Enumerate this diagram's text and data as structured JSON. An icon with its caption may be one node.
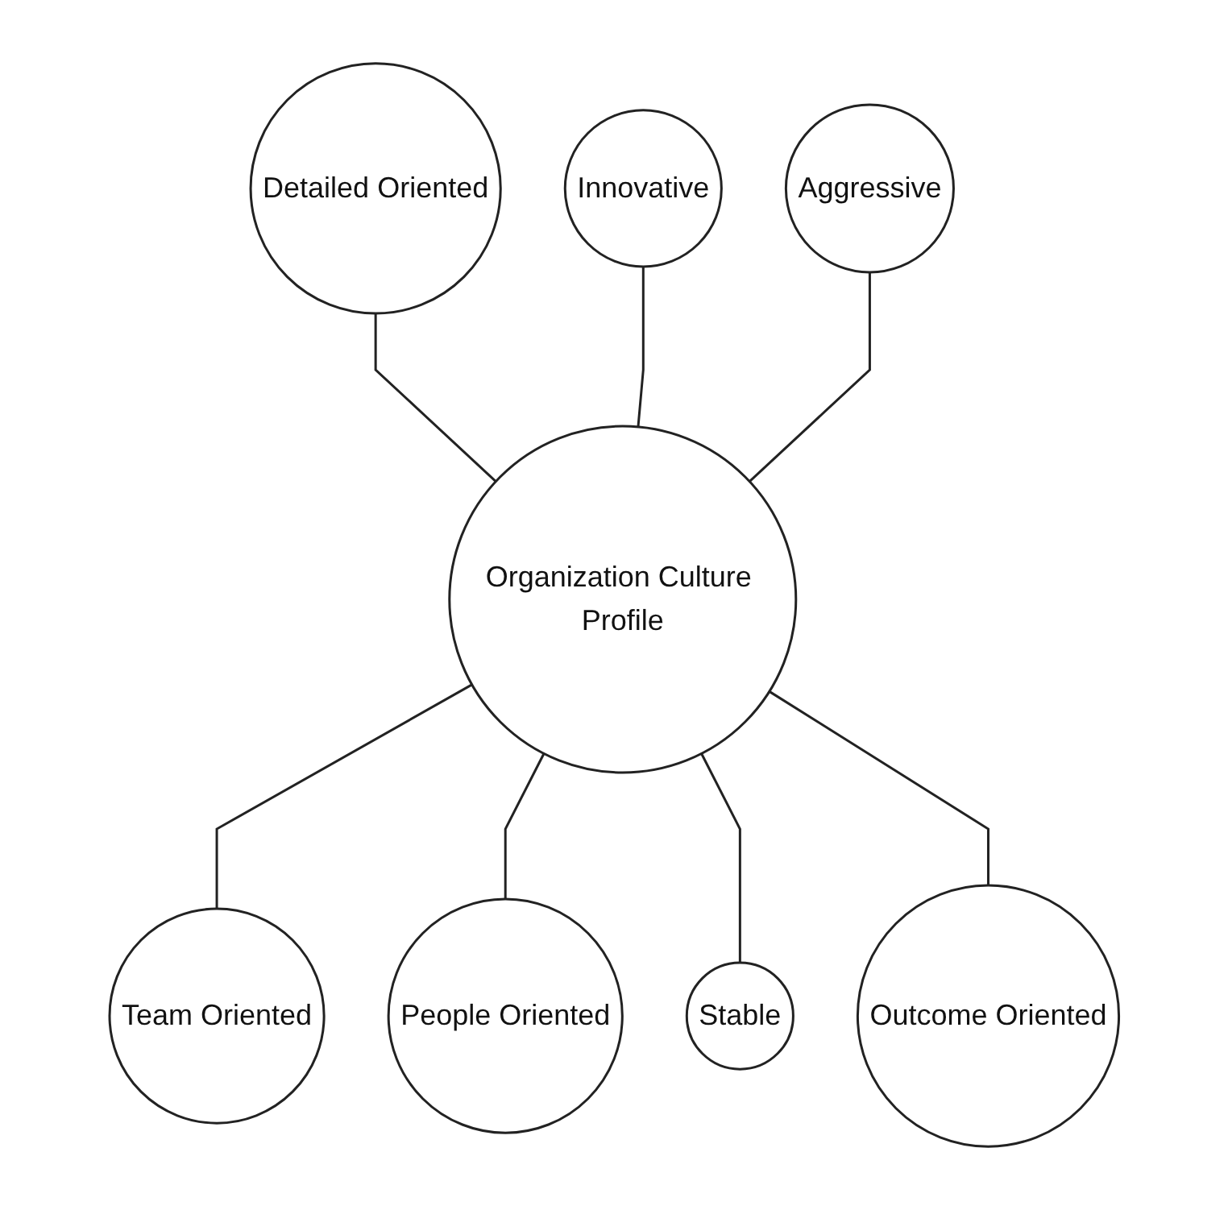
{
  "diagram": {
    "nodes": [
      {
        "text": [
          "Innovative"
        ]
      },
      {
        "text": [
          "Detailed Oriented"
        ]
      },
      {
        "text": [
          "Aggressive"
        ]
      },
      {
        "text": [
          "Organization Culture Profile"
        ]
      },
      {
        "text": [
          "Team Oriented"
        ]
      },
      {
        "text": [
          "Outcome Oriented"
        ]
      },
      {
        "text": [
          "People Oriented"
        ]
      },
      {
        "text": [
          "Stable"
        ]
      }
    ],
    "edges": [
      {
        "from": 1,
        "to": 3,
        "arrow": "none"
      },
      {
        "from": 0,
        "to": 3,
        "arrow": "none"
      },
      {
        "from": 2,
        "to": 3,
        "arrow": "none"
      },
      {
        "from": 3,
        "to": 4,
        "arrow": "none"
      },
      {
        "from": 3,
        "to": 6,
        "arrow": "none"
      },
      {
        "from": 3,
        "to": 7,
        "arrow": "none"
      },
      {
        "from": 3,
        "to": 5,
        "arrow": "none"
      }
    ]
  }
}
